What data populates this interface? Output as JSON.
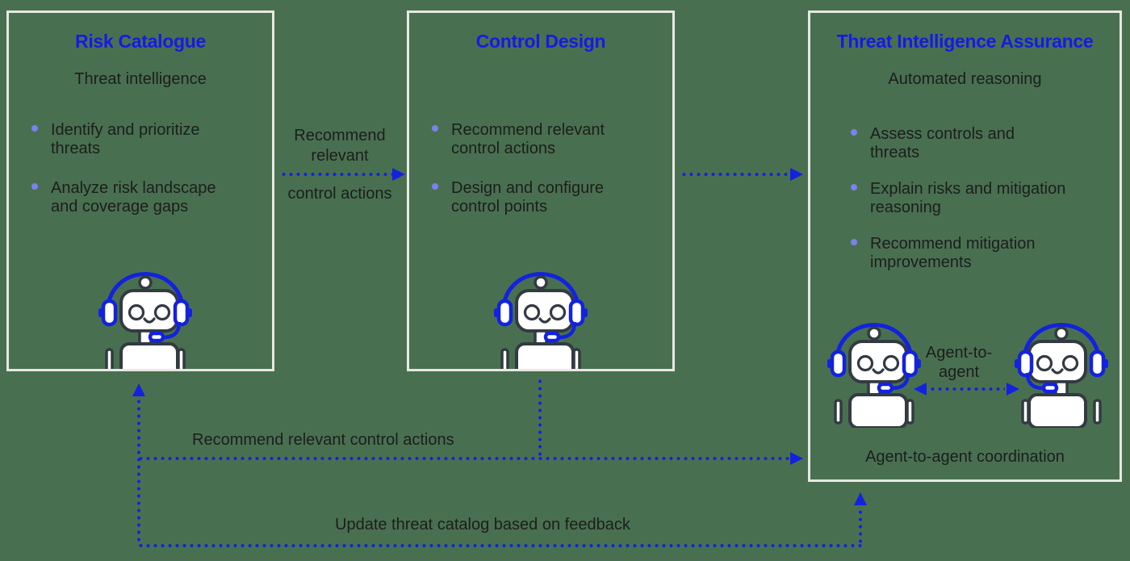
{
  "colors": {
    "background": "#487050",
    "box_border": "#E9E7E3",
    "heading_blue": "#151BE4",
    "arrow_blue": "#1322DF",
    "bullet_ring": "#7D80F1",
    "body_text": "#1D1D1D",
    "robot_outline": "#333A42",
    "robot_fill": "#FFFFFF"
  },
  "boxes": [
    {
      "title": "Risk Catalogue",
      "subtitle": "Threat intelligence",
      "bullets": [
        "Identify and prioritize threats",
        "Analyze risk landscape and coverage gaps"
      ]
    },
    {
      "title": "Control Design",
      "bullets": [
        "Recommend relevant control actions",
        "Design and configure control points"
      ]
    },
    {
      "title": "Threat Intelligence Assurance",
      "subtitle": "Automated reasoning",
      "bullets": [
        "Assess controls and threats",
        "Explain risks and mitigation reasoning",
        "Recommend mitigation improvements"
      ],
      "agent_to_agent_label": "Agent-to-agent",
      "caption": "Agent-to-agent coordination"
    }
  ],
  "connectors": {
    "mid_label_top": "Recommend relevant",
    "mid_label_bottom": "control actions",
    "bottom_label_recommend": "Recommend relevant control actions",
    "bottom_label_update": "Update threat catalog based on feedback"
  },
  "icons": {
    "robot": "robot-agent-icon",
    "bullet": "ring-bullet-icon",
    "arrow": "dotted-arrow-icon"
  }
}
